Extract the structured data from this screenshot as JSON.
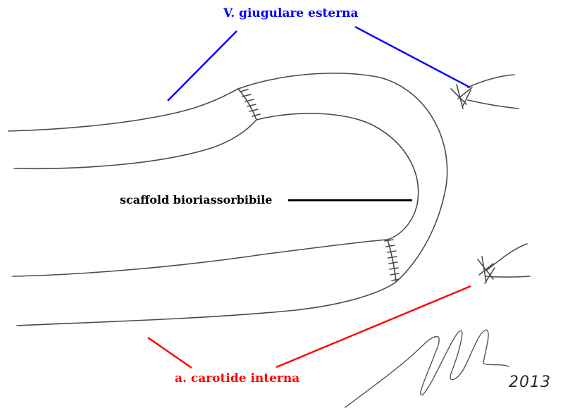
{
  "labels": {
    "vein": {
      "text": "V. giugulare esterna",
      "color": "#0000ff"
    },
    "scaffold": {
      "text": "scaffold bioriassorbibile",
      "color": "#000000"
    },
    "artery": {
      "text": "a. carotide interna",
      "color": "#ff0000"
    }
  },
  "signature": {
    "year": "2013"
  },
  "colors": {
    "sketch": "#4a4a4a",
    "vein": "#0000ff",
    "artery": "#ff0000",
    "scaffold": "#000000"
  }
}
